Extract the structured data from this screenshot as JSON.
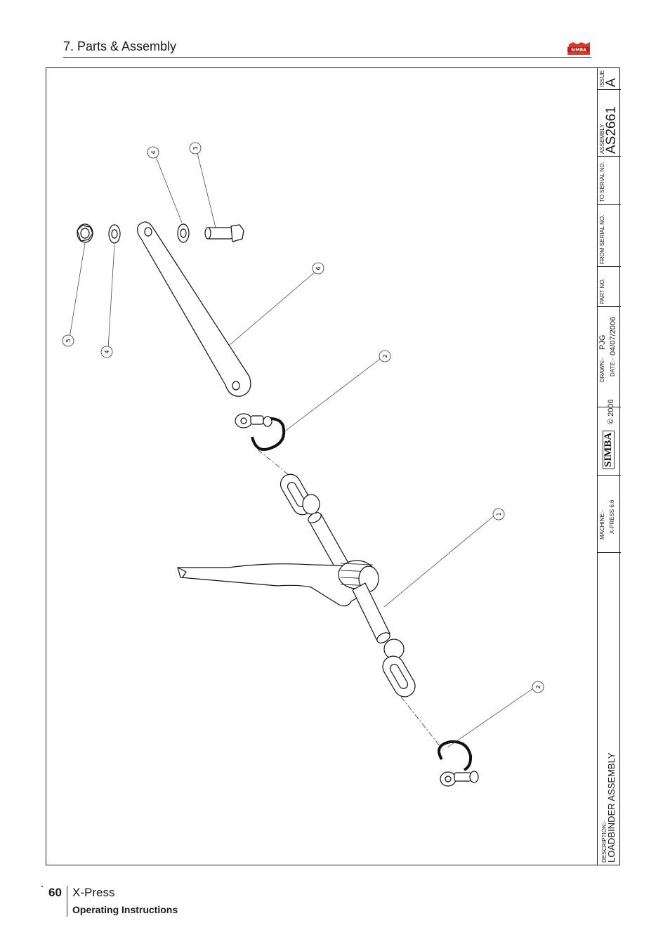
{
  "header": {
    "section_title": "7. Parts & Assembly",
    "logo_text": "SIMBA"
  },
  "title_block": {
    "issue_label": "ISSUE",
    "issue": "A",
    "assembly_label": "ASSEMBLY",
    "assembly_no": "AS2661",
    "to_serial_label": "TO SERIAL NO.",
    "from_serial_label": "FROM SERIAL NO.",
    "part_no_label": "PART NO.",
    "drawn_label": "DRAWN:-",
    "drawn_by": "PJG",
    "date_label": "DATE:-",
    "date": "04/07/2006",
    "copyright": "© 2006",
    "logo_text": "SIMBA",
    "machine_label": "MACHINE:-",
    "machine": "X-PRESS 6.6",
    "description_label": "DESCRIPTION:-",
    "description": "LOADBINDER ASSEMBLY"
  },
  "balloons": [
    "4",
    "3",
    "6",
    "5",
    "4",
    "2",
    "1",
    "2"
  ],
  "footer": {
    "page_number": "60",
    "product": "X-Press",
    "subtitle": "Operating Instructions"
  }
}
